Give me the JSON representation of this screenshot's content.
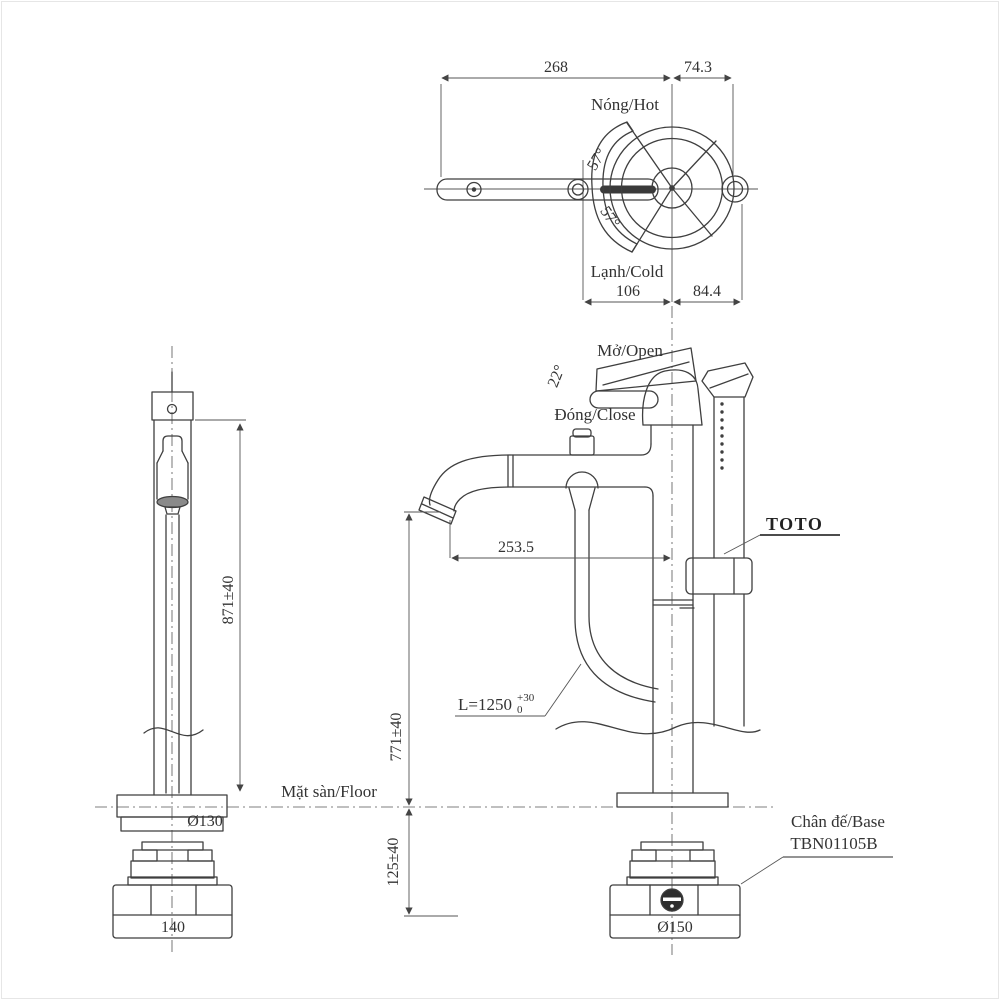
{
  "drawing": {
    "title_implicit": "TOTO floor standing bath faucet dimensional drawing",
    "colors": {
      "line": "#3f3f3f",
      "text": "#333333",
      "background": "#ffffff"
    },
    "top_view": {
      "dim_handle_width": "268",
      "dim_right_offset": "74.3",
      "hot_label": "Nóng/Hot",
      "hot_angle": "57°",
      "cold_angle": "57°",
      "cold_label": "Lạnh/Cold",
      "dim_bottom_left": "106",
      "dim_bottom_right": "84.4"
    },
    "front_view": {
      "open_label": "Mở/Open",
      "open_angle": "22°",
      "close_label": "Đóng/Close",
      "dim_spout_reach": "253.5",
      "dim_spout_height": "771±40",
      "dim_below_floor": "125±40",
      "hose_length": "L=1250",
      "hose_tolerance_upper": "+30",
      "hose_tolerance_lower": "0",
      "floor_label": "Mặt sàn/Floor",
      "base_diameter": "Ø150",
      "brand": "TOTO",
      "base_label_line1": "Chân đế/Base",
      "base_label_line2": "TBN01105B"
    },
    "side_view": {
      "dim_total_height": "871±40",
      "plate_diameter": "Ø130",
      "base_width": "140"
    }
  }
}
